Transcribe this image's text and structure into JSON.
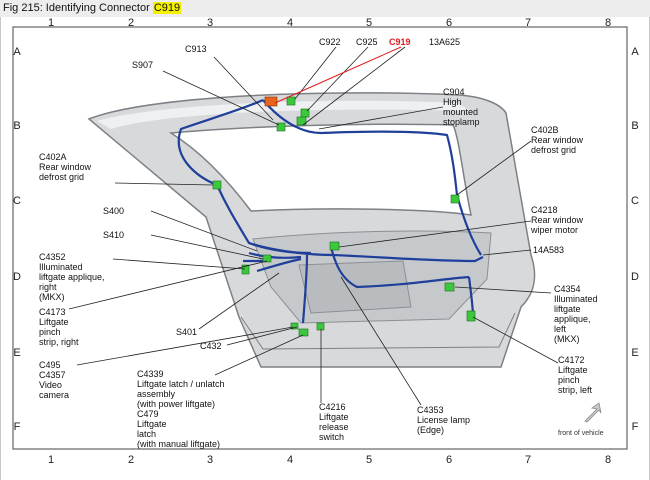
{
  "caption": {
    "prefix": "Fig 215: Identifying Connector ",
    "highlight": "C919"
  },
  "grid": {
    "columns": [
      "1",
      "2",
      "3",
      "4",
      "5",
      "6",
      "7",
      "8"
    ],
    "rows": [
      "A",
      "B",
      "C",
      "D",
      "E",
      "F"
    ]
  },
  "callouts": {
    "c922": "C922",
    "c925": "C925",
    "c919": "C919",
    "s13a625": "13A625",
    "c913": "C913",
    "s907": "S907",
    "c904": [
      "C904",
      "High",
      "mounted",
      "stoplamp"
    ],
    "c402b": [
      "C402B",
      "Rear window",
      "defrost grid"
    ],
    "c402a": [
      "C402A",
      "Rear window",
      "defrost grid"
    ],
    "s400": "S400",
    "s410": "S410",
    "c4218": [
      "C4218",
      "Rear window",
      "wiper motor"
    ],
    "s14a583": "14A583",
    "c4352": [
      "C4352",
      "Illuminated",
      "liftgate applique,",
      "right",
      "(MKX)"
    ],
    "c4173": [
      "C4173",
      "Liftgate",
      "pinch",
      "strip, right"
    ],
    "s401": "S401",
    "c432": "C432",
    "c4354": [
      "C4354",
      "Illuminated",
      "liftgate",
      "applique,",
      "left",
      "(MKX)"
    ],
    "c495": [
      "C495",
      "C4357",
      "Video",
      "camera"
    ],
    "c4339": [
      "C4339",
      "Liftgate latch / unlatch",
      "assembly",
      "(with power liftgate)",
      "C479",
      "Liftgate",
      "latch",
      "(with manual liftgate)"
    ],
    "c4216": [
      "C4216",
      "Liftgate",
      "release",
      "switch"
    ],
    "c4353": [
      "C4353",
      "License lamp",
      "(Edge)"
    ],
    "c4172": [
      "C4172",
      "Liftgate",
      "pinch",
      "strip, left"
    ],
    "front_of_vehicle": "front of vehicle"
  },
  "colors": {
    "harness": "#1f3f9a",
    "connector": "#3cc83c",
    "target_connector": "#e8641e",
    "target_label": "#e01b1b",
    "panel": "#d7d9db",
    "panel_edge": "#7d8084"
  }
}
